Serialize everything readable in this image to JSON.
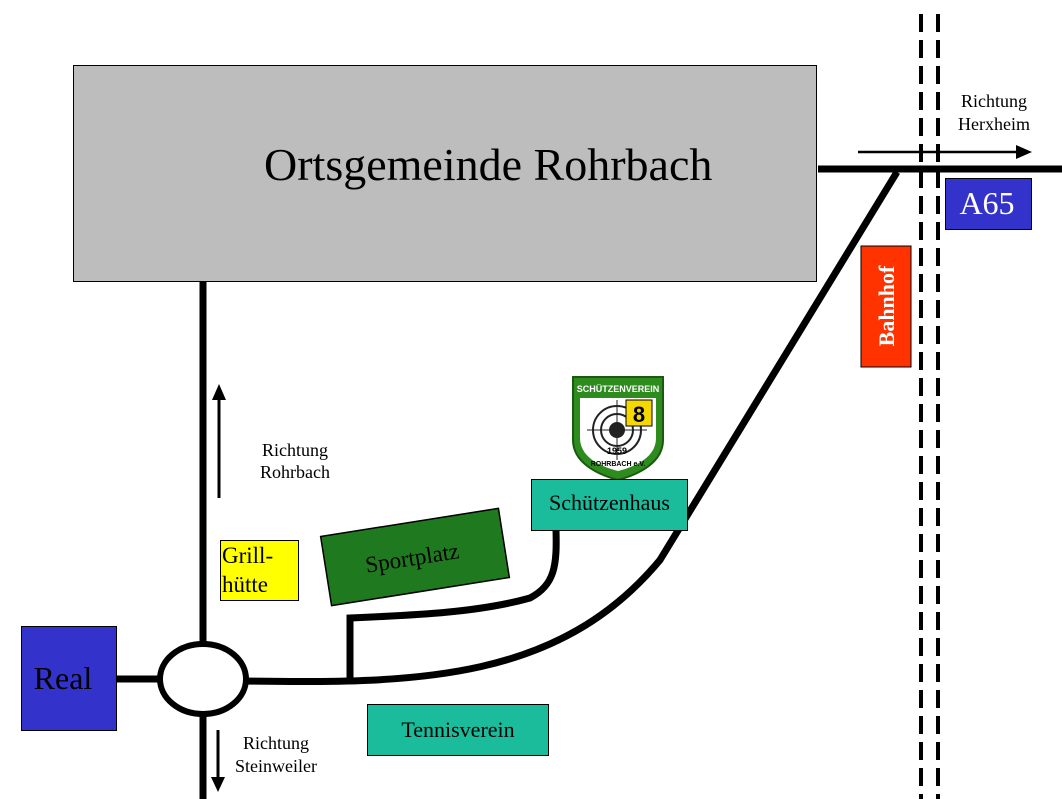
{
  "title": "Ortsgemeinde Rohrbach",
  "places": {
    "real": "Real",
    "grill_line1": "Grill-",
    "grill_line2": "hütte",
    "sportplatz": "Sportplatz",
    "schuetzenhaus": "Schützenhaus",
    "tennisverein": "Tennisverein",
    "bahnhof": "Bahnhof",
    "autobahn": "A65"
  },
  "directions": {
    "rohrbach": [
      "Richtung",
      "Rohrbach"
    ],
    "steinweiler": [
      "Richtung",
      "Steinweiler"
    ],
    "herxheim": [
      "Richtung",
      "Herxheim"
    ]
  },
  "logo": {
    "top_text": "SCHÜTZENVEREIN",
    "year": "1959",
    "bottom_text": "ROHRBACH e.V.",
    "badge": "8"
  },
  "colors": {
    "town_fill": "#bdbdbd",
    "real_fill": "#3333cc",
    "grill_fill": "#ffff00",
    "sport_fill": "#1f7a1f",
    "teal_fill": "#1abc9c",
    "bahnhof_fill": "#ff3300",
    "a65_fill": "#3333cc",
    "logo_green": "#2e8b1e",
    "logo_yellow": "#f5d800"
  }
}
